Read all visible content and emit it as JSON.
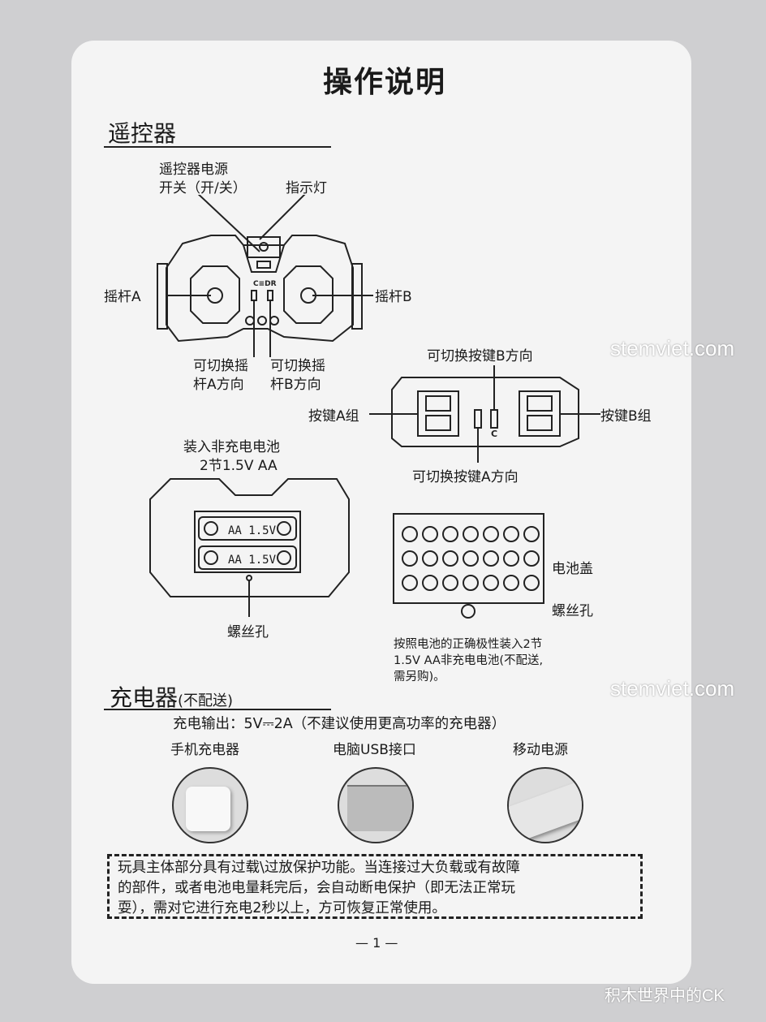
{
  "title": "操作说明",
  "remote": {
    "heading": "遥控器",
    "power_switch": [
      "遥控器电源",
      "开关（开/关）"
    ],
    "indicator": "指示灯",
    "stick_a": "摇杆A",
    "stick_b": "摇杆B",
    "switch_a": [
      "可切换摇",
      "杆A方向"
    ],
    "switch_b": [
      "可切换摇",
      "杆B方向"
    ],
    "brand_mark": "C≡DR",
    "button_b_dir": "可切换按键B方向",
    "button_a_group": "按键A组",
    "button_b_group": "按键B组",
    "button_a_dir": "可切换按键A方向",
    "switch_letter": "C",
    "battery_label": [
      "装入非充电电池",
      "2节1.5V AA"
    ],
    "battery_cell": "AA 1.5V",
    "screw_hole": "螺丝孔",
    "battery_cover": "电池盖",
    "screw_hole_2": "螺丝孔",
    "battery_note": [
      "按照电池的正确极性装入2节",
      "1.5V AA非充电电池(不配送,",
      "需另购)。"
    ]
  },
  "charger": {
    "heading": "充电器",
    "heading_note": "(不配送)",
    "output": "充电输出：5V⎓2A（不建议使用更高功率的充电器）",
    "options": [
      "手机充电器",
      "电脑USB接口",
      "移动电源"
    ]
  },
  "notice": [
    "玩具主体部分具有过载\\过放保护功能。当连接过大负载或有故障",
    "的部件，或者电池电量耗完后，会自动断电保护（即无法正常玩",
    "耍），需对它进行充电2秒以上，方可恢复正常使用。"
  ],
  "page_number": "— 1 —",
  "watermarks": [
    "stemviet.com",
    "stemviet.com",
    "积木世界中的CK"
  ]
}
